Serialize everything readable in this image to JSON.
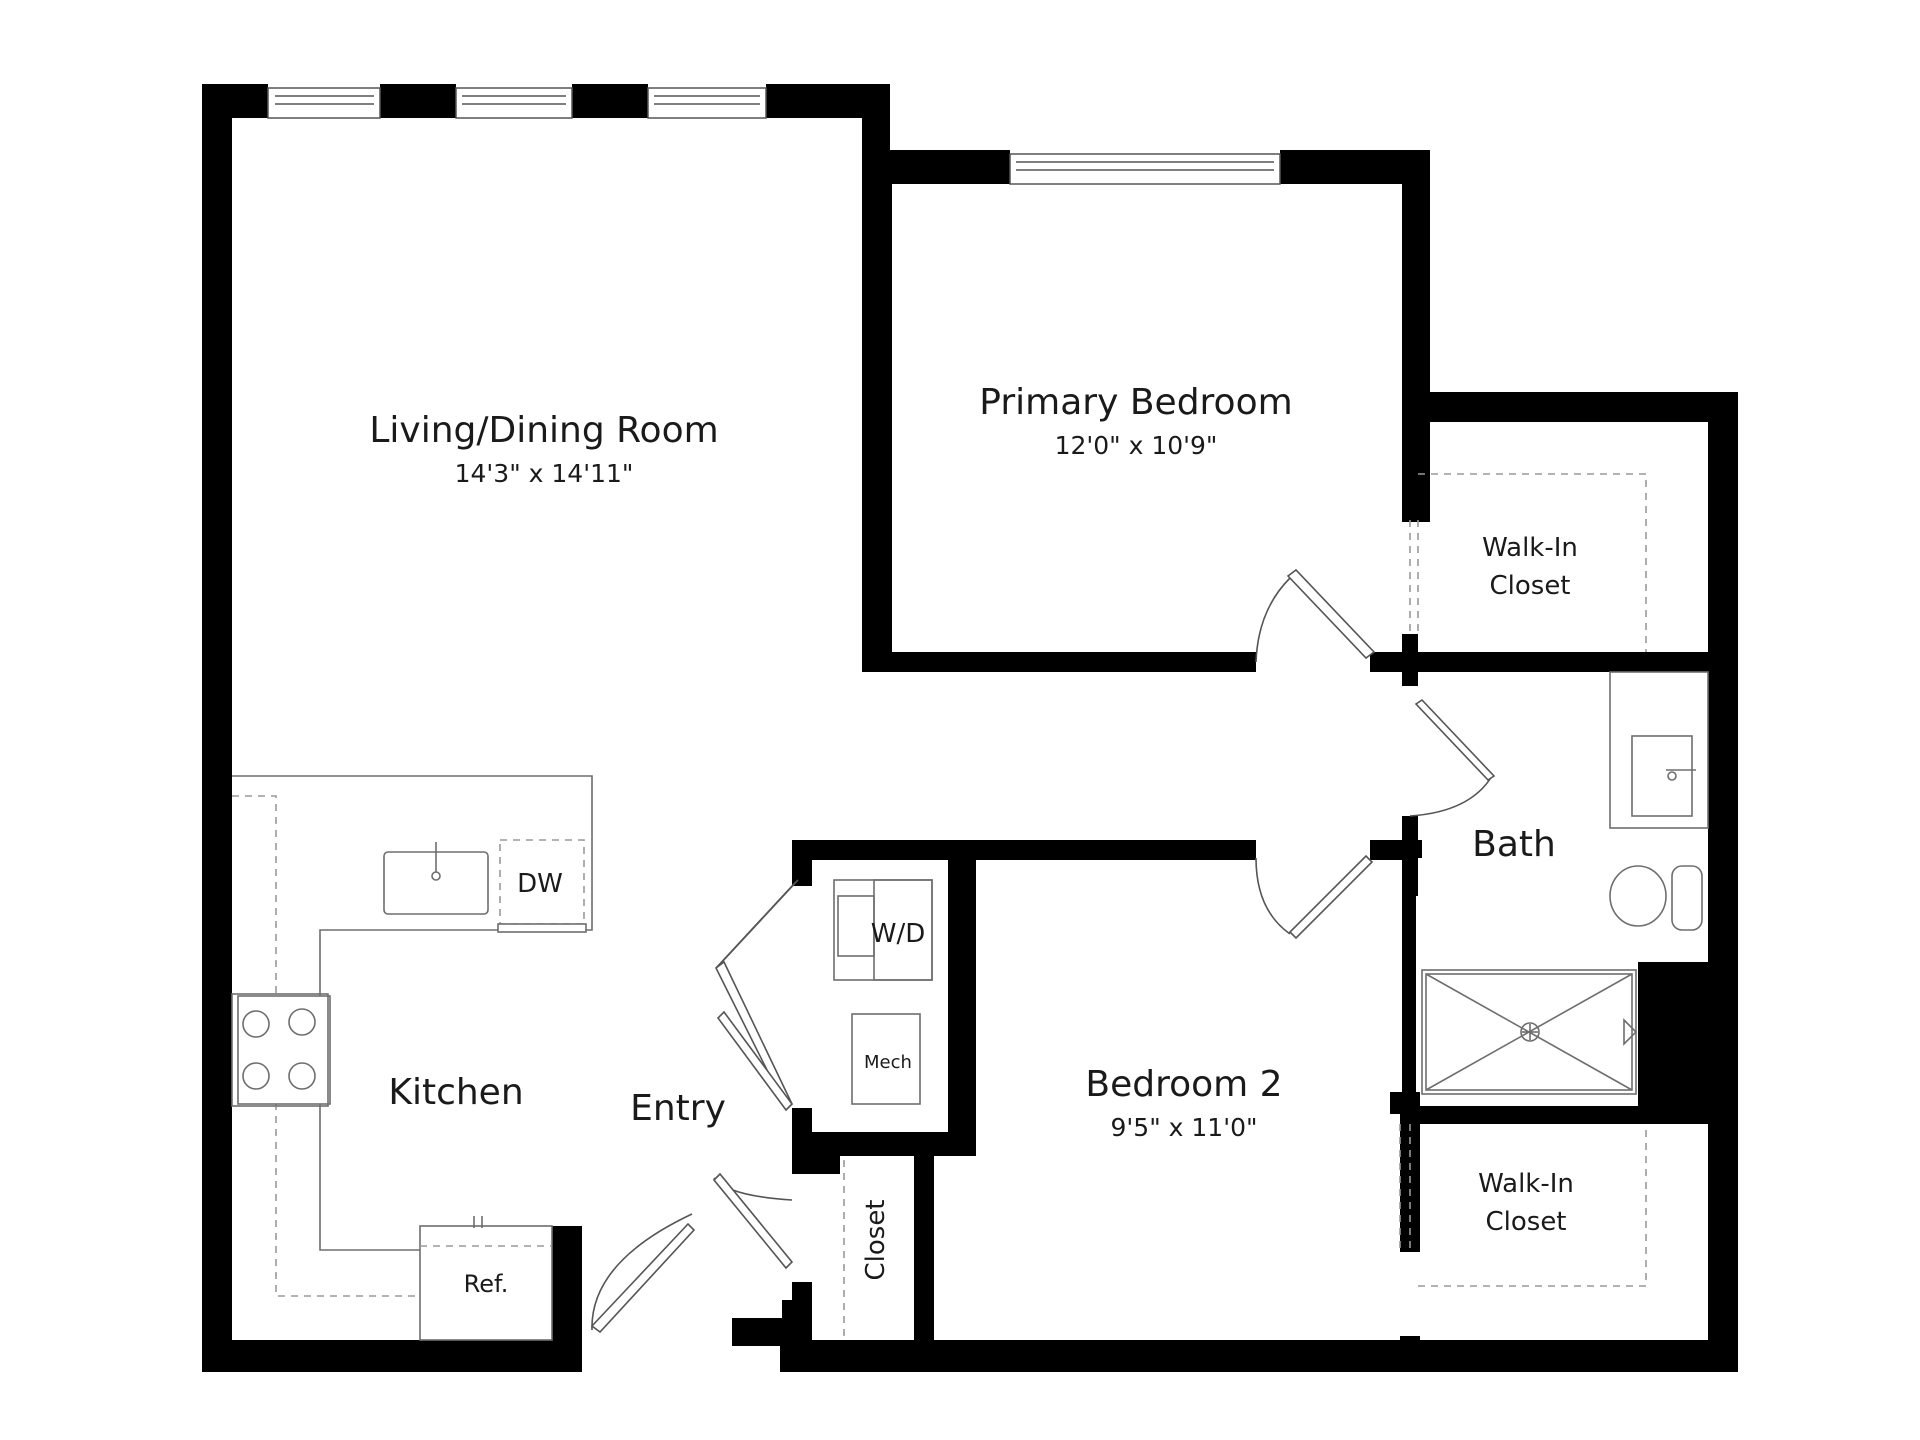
{
  "rooms": {
    "living": {
      "name": "Living/Dining Room",
      "dims": "14'3\" x 14'11\""
    },
    "primary": {
      "name": "Primary Bedroom",
      "dims": "12'0\" x 10'9\""
    },
    "bedroom2": {
      "name": "Bedroom 2",
      "dims": "9'5\" x 11'0\""
    },
    "kitchen": {
      "name": "Kitchen"
    },
    "entry": {
      "name": "Entry"
    },
    "bath": {
      "name": "Bath"
    },
    "closet_upper": {
      "line1": "Walk-In",
      "line2": "Closet"
    },
    "closet_lower": {
      "line1": "Walk-In",
      "line2": "Closet"
    },
    "closet_entry": {
      "name": "Closet"
    }
  },
  "appliances": {
    "dishwasher": "DW",
    "washer_dryer": "W/D",
    "mechanical": "Mech",
    "refrigerator": "Ref."
  },
  "colors": {
    "wall": "#000000",
    "fixture_line": "#6e6e6e",
    "background": "#ffffff"
  }
}
